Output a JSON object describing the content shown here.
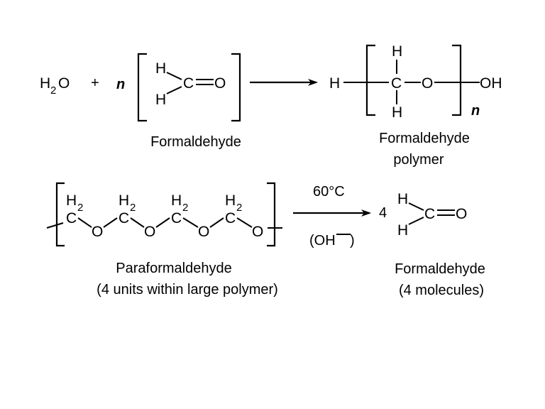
{
  "reaction1": {
    "water_H": "H",
    "water_sub": "2",
    "water_O": "O",
    "plus": "+",
    "n": "n",
    "monomer": {
      "H_top": "H",
      "H_bottom": "H",
      "C": "C",
      "O": "O"
    },
    "monomer_label": "Formaldehyde",
    "polymer": {
      "H_end": "H",
      "H_top": "H",
      "C": "C",
      "H_bottom": "H",
      "O": "O",
      "OH": "OH",
      "n": "n"
    },
    "polymer_label_line1": "Formaldehyde",
    "polymer_label_line2": "polymer"
  },
  "reaction2": {
    "unit_H2": "H",
    "unit_H2_sub": "2",
    "unit_C": "C",
    "unit_O": "O",
    "condition_temp": "60°C",
    "condition_catalyst": "(OH",
    "condition_close": ")",
    "coefficient": "4",
    "product": {
      "H_top": "H",
      "H_bottom": "H",
      "C": "C",
      "O": "O"
    },
    "reactant_label_line1": "Paraformaldehyde",
    "reactant_label_line2": "(4 units within large polymer)",
    "product_label_line1": "Formaldehyde",
    "product_label_line2": "(4 molecules)"
  }
}
